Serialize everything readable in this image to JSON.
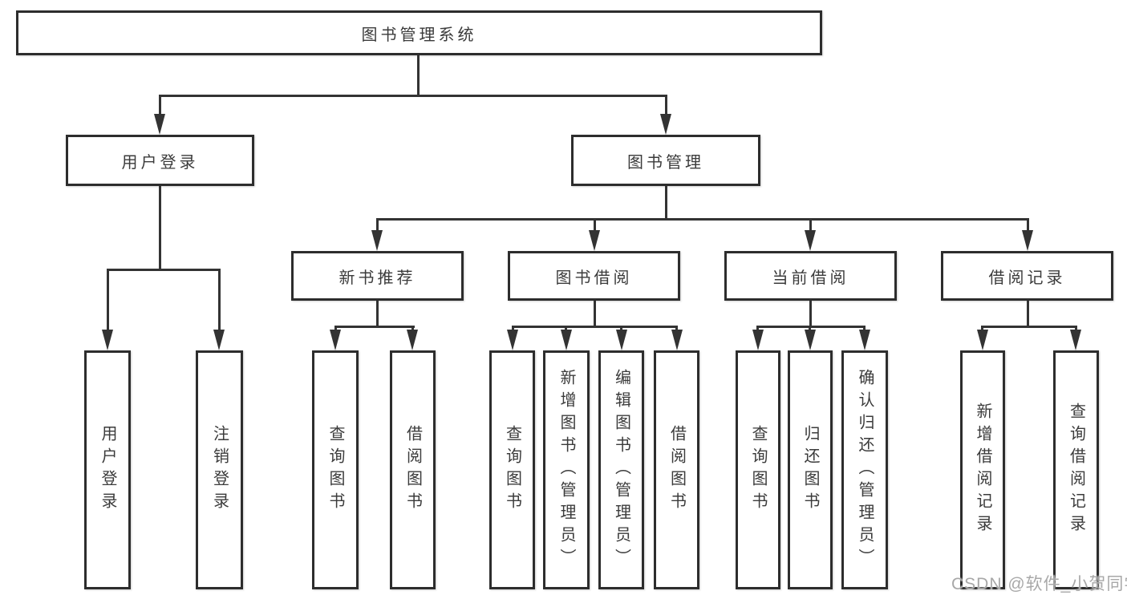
{
  "colors": {
    "background": "#ffffff",
    "box_border": "#2d2d2d",
    "connector_line": "#333333",
    "text": "#3b3b3b",
    "watermark": "#a8a8a8"
  },
  "tree": {
    "root": "图书管理系统",
    "branches": [
      {
        "label": "用户登录",
        "children": [
          "用户登录",
          "注销登录"
        ]
      },
      {
        "label": "图书管理",
        "sections": [
          {
            "label": "新书推荐",
            "children": [
              "查询图书",
              "借阅图书"
            ]
          },
          {
            "label": "图书借阅",
            "children": [
              "查询图书",
              "新增图书（管理员）",
              "编辑图书（管理员）",
              "借阅图书"
            ]
          },
          {
            "label": "当前借阅",
            "children": [
              "查询图书",
              "归还图书",
              "确认归还（管理员）"
            ]
          },
          {
            "label": "借阅记录",
            "children": [
              "新增借阅记录",
              "查询借阅记录"
            ]
          }
        ]
      }
    ]
  },
  "watermark": {
    "text": "CSDN @软件_小贺同学"
  }
}
